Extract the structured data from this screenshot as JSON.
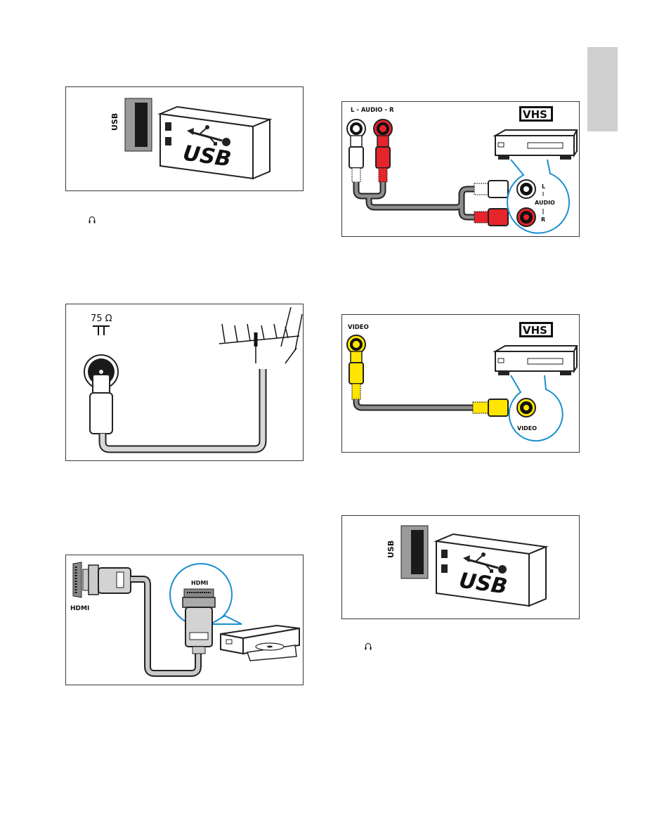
{
  "page": {
    "side_tab_color": "#cfcfcf",
    "border_color": "#3a3a3a"
  },
  "usb_left": {
    "port_label": "USB",
    "logo_text": "USB"
  },
  "antenna": {
    "impedance_label": "75 Ω"
  },
  "hdmi": {
    "tv_label": "HDMI",
    "device_label": "HDMI"
  },
  "audio": {
    "tv_label": "L - AUDIO - R",
    "vcr_badge": "VHS",
    "jack_l": "L",
    "jack_audio": "AUDIO",
    "jack_r": "R"
  },
  "video": {
    "tv_label": "VIDEO",
    "vcr_badge": "VHS",
    "jack_label": "VIDEO"
  },
  "usb_right": {
    "port_label": "USB",
    "logo_text": "USB"
  },
  "colors": {
    "red": "#e5242c",
    "yellow": "#ffe500",
    "cable_gray": "#8e8e8e",
    "highlight_blue": "#1a8fd0"
  }
}
